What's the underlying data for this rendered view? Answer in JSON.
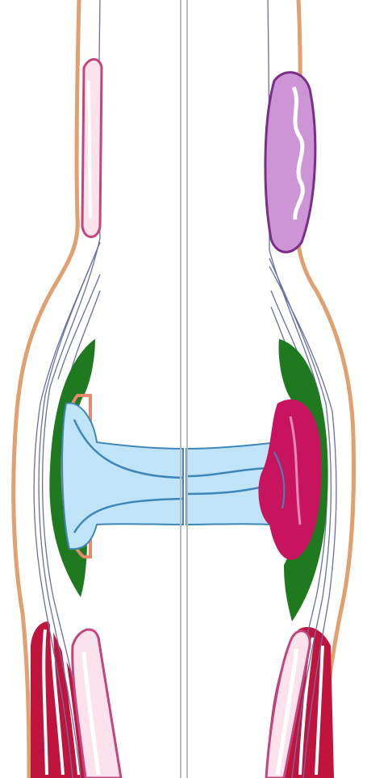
{
  "colors": {
    "background": "#ffffff",
    "skin": "#e0a070",
    "fibrous": "#6a6fa0",
    "centerline": "#bcbcbc",
    "synovial": "#1f7a1f",
    "fluid": "#bfe3f7",
    "fluid_edge": "#3f86b8",
    "cartilage_fill": "#fbe2ec",
    "cartilage_edge": "#c3457d",
    "bursa_fill": "#cd94d6",
    "bursa_edge": "#7a2f86",
    "inflamed": "#c8145f",
    "muscle": "#c0143c"
  },
  "structures": [
    {
      "id": "centerline",
      "icon": "midline-divider"
    },
    {
      "id": "skin",
      "icon": "skin-outline"
    },
    {
      "id": "joint-capsule",
      "icon": "capsule-fibers"
    },
    {
      "id": "healthy-bursa",
      "icon": "bursa"
    },
    {
      "id": "inflamed-bursa",
      "icon": "bursa"
    },
    {
      "id": "synovial-membrane",
      "icon": "membrane"
    },
    {
      "id": "joint-cavity",
      "icon": "fluid"
    },
    {
      "id": "inflamed-pannus",
      "icon": "inflammation"
    },
    {
      "id": "muscle",
      "icon": "muscle-fibers"
    }
  ]
}
